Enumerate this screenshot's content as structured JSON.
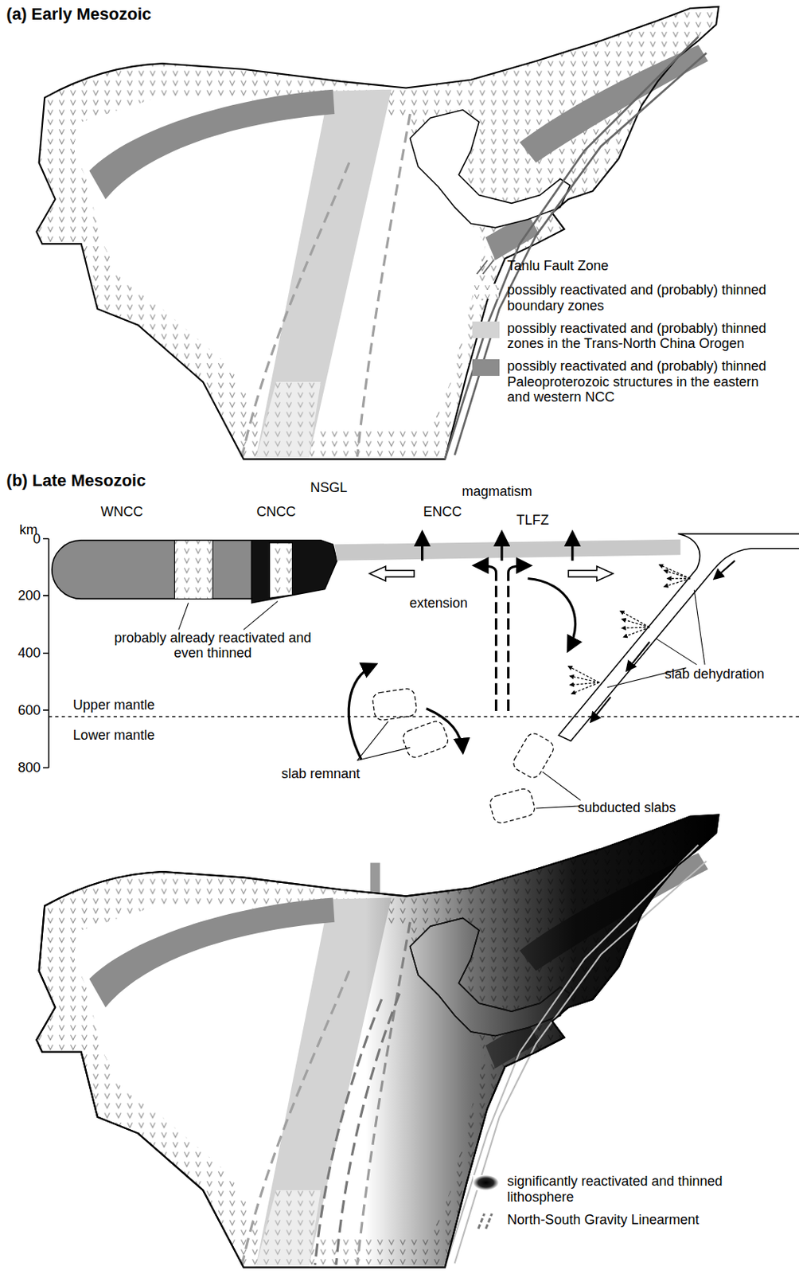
{
  "diagram": {
    "labels": [
      "(a) Early Mesozoic",
      "(b) Late Mesozoic",
      "km",
      "0",
      "200",
      "400",
      "600",
      "800",
      "WNCC",
      "CNCC",
      "NSGL",
      "ENCC",
      "magmatism",
      "TLFZ",
      "extension",
      "probably already reactivated and even thinned",
      "Upper mantle",
      "Lower mantle",
      "slab remnant",
      "subducted slabs",
      "slab dehydration"
    ],
    "legend": [
      {
        "text": "Tanlu Fault Zone"
      },
      {
        "text": "possibly reactivated and (probably) thinned boundary zones"
      },
      {
        "text": "possibly reactivated and (probably) thinned zones in the Trans-North China Orogen",
        "color": "#d3d3d3"
      },
      {
        "text": "possibly reactivated and (probably) thinned Paleoproterozoic structures in the eastern and western NCC",
        "color": "#8c8c8c"
      },
      {
        "text": "significantly reactivated and thinned lithosphere"
      },
      {
        "text": "North-South Gravity Linearment"
      }
    ]
  }
}
